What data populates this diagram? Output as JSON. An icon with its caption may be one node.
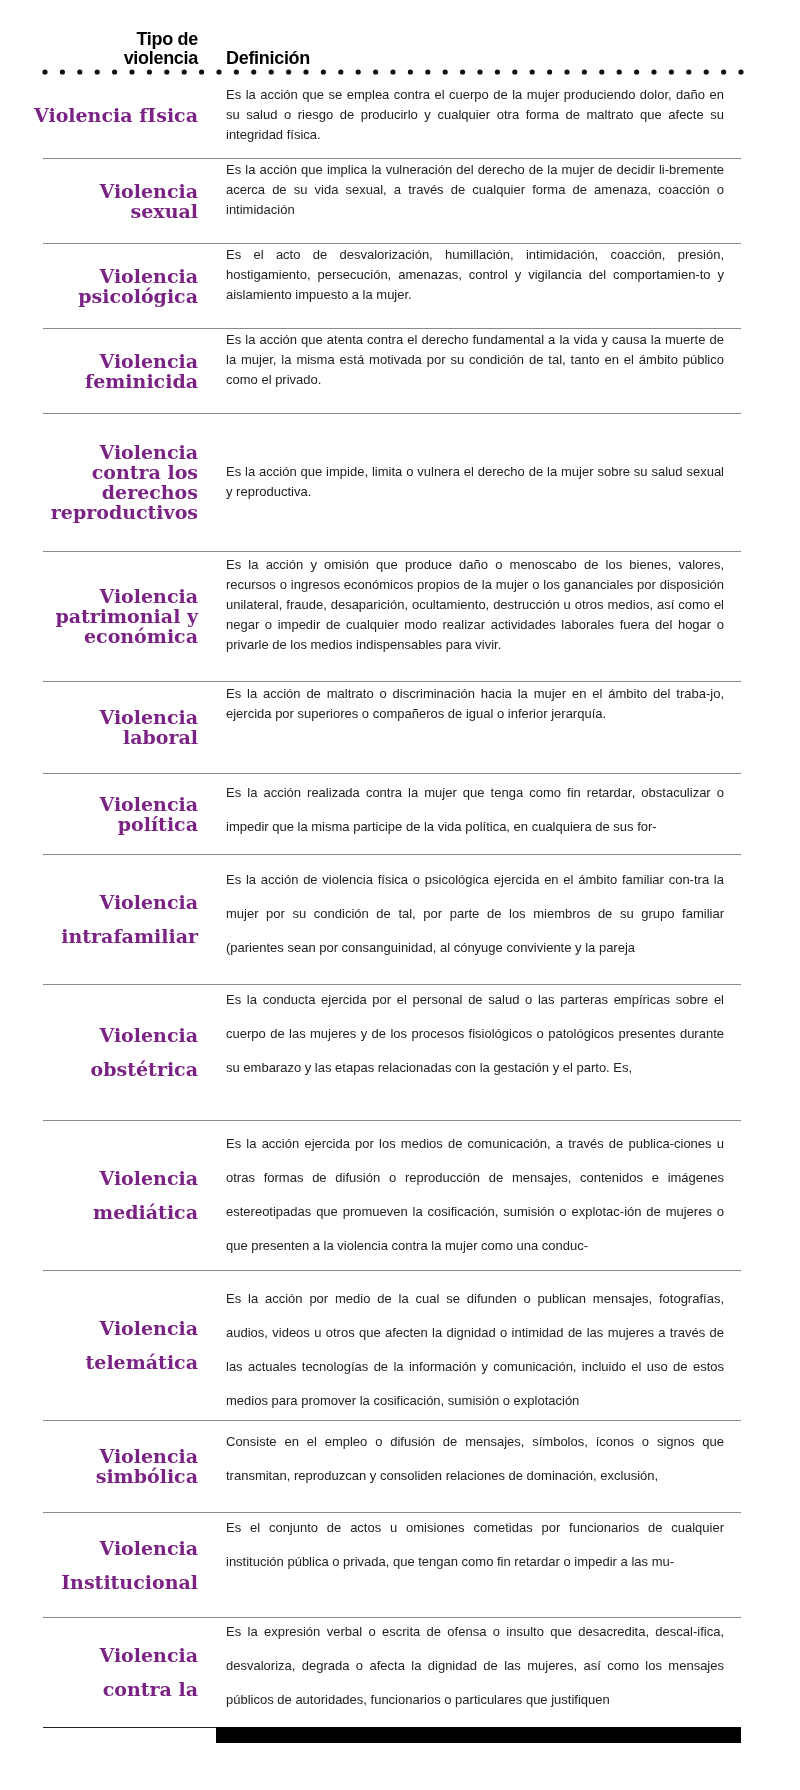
{
  "diagram": {
    "labels": [
      "Tipo de violencia",
      "Definición",
      "Violencia fIsica",
      "Es la acción que se emplea contra el cuerpo de la mujer produciendo dolor, daño en su salud o riesgo de producirlo y cualquier otra forma de maltrato que afecte su integridad física.",
      "Violencia sexual",
      "Es la acción que implica la vulneración del derecho de la mujer de decidir li-bremente acerca de su vida sexual, a través de cualquier forma de amenaza, coacción o intimidación",
      "Violencia psicológica",
      "Es el acto de desvalorización, humillación, intimidación, coacción, presión, hostigamiento, persecución, amenazas, control y vigilancia del comportamien-to y aislamiento impuesto a la mujer.",
      "Violencia feminicida",
      "Es la acción que atenta contra el derecho fundamental a la vida y causa la muerte de la mujer, la misma está motivada por su condición de tal, tanto en el ámbito público como el privado.",
      "Violencia contra los derechos reproductivos",
      "Es la acción que impide, limita o vulnera el derecho de la mujer sobre su salud sexual y reproductiva.",
      "Violencia patrimonial y económica",
      "Es la acción y omisión que produce daño o menoscabo de los bienes, valores, recursos o ingresos económicos propios de la mujer o los gananciales por disposición unilateral, fraude, desaparición, ocultamiento, destrucción u otros medios, así como el negar o impedir de cualquier modo realizar actividades laborales fuera del hogar o privarle de los medios indispensables para vivir.",
      "Violencia laboral",
      "Es la acción de maltrato o discriminación hacia la mujer en el ámbito del traba-jo, ejercida por superiores o compañeros de igual o inferior jerarquía.",
      "Violencia política",
      "Es la acción realizada contra la mujer que tenga como fin retardar, obstaculizar o impedir que la misma participe de la vida política, en cualquiera de sus for-",
      "Violencia intrafamiliar",
      "Es la acción de violencia física o psicológica ejercida en el ámbito familiar con-tra la mujer por su condición de tal, por parte de los miembros de su grupo familiar (parientes sean por consanguinidad, al cónyuge conviviente y la pareja",
      "Violencia obstétrica",
      "Es la conducta ejercida por el personal de salud o las parteras empíricas sobre el cuerpo de las mujeres y de los procesos fisiológicos o patológicos presentes durante su embarazo y las etapas relacionadas con la gestación y el parto. Es,",
      "Violencia mediática",
      "Es la acción ejercida por los medios de comunicación, a través de publica-ciones u otras formas de difusión o reproducción de mensajes, contenidos e imágenes estereotipadas que promueven la cosificación, sumisión o explotac-ión de mujeres o que presenten a la violencia contra la mujer como una conduc-",
      "Violencia telemática",
      "Es la acción por medio de la cual se difunden o publican mensajes, fotografías, audios, videos u otros que afecten la dignidad o intimidad de las mujeres a través de las actuales tecnologías de la información y comunicación, incluido el uso de estos medios para promover la cosificación, sumisión o explotación",
      "Violencia simbólica",
      "Consiste en el empleo o difusión de mensajes, símbolos, íconos o signos que transmitan, reproduzcan y consoliden relaciones de dominación, exclusión,",
      "Violencia Institucional",
      "Es el conjunto de actos u omisiones cometidas por funcionarios de cualquier institución pública o privada, que tengan como fin retardar o impedir a las mu-",
      "Violencia contra la",
      "Es la expresión verbal o escrita de ofensa o insulto que desacredita, descal-ifica, desvaloriza, degrada o afecta la dignidad de las mujeres, así como los mensajes públicos de autoridades, funcionarios o particulares que justifiquen"
    ]
  }
}
